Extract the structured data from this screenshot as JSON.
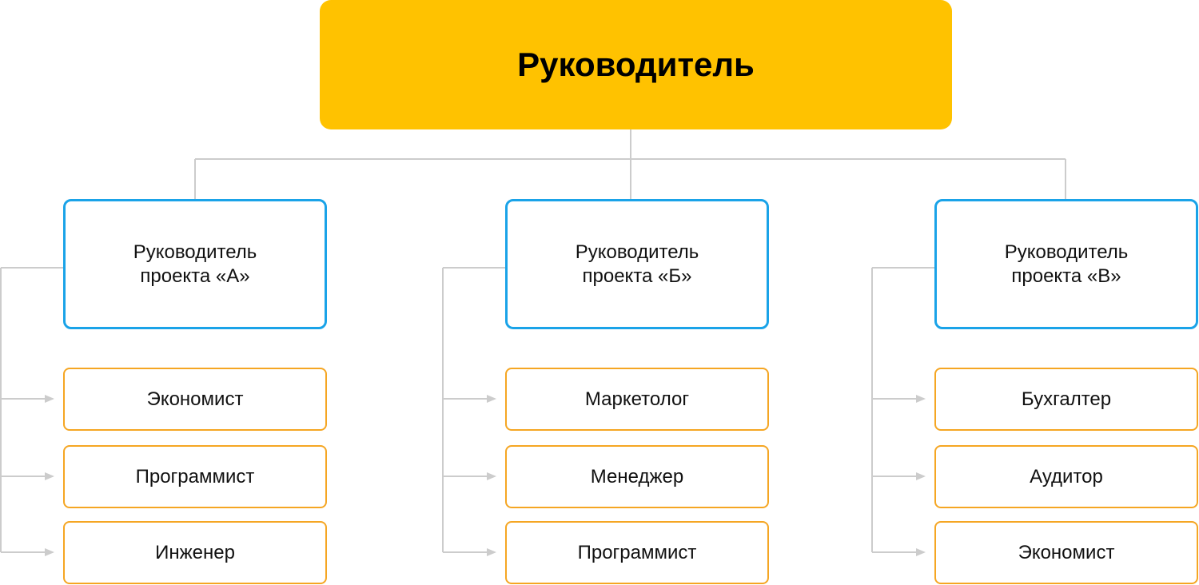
{
  "colors": {
    "root_fill": "#FFC200",
    "manager_border": "#1AA3E8",
    "role_border": "#F5A623",
    "connector": "#CCCCCC"
  },
  "root": {
    "label": "Руководитель"
  },
  "managers": [
    {
      "label": "Руководитель\nпроекта «А»",
      "roles": [
        "Экономист",
        "Программист",
        "Инженер"
      ]
    },
    {
      "label": "Руководитель\nпроекта «Б»",
      "roles": [
        "Маркетолог",
        "Менеджер",
        "Программист"
      ]
    },
    {
      "label": "Руководитель\nпроекта «В»",
      "roles": [
        "Бухгалтер",
        "Аудитор",
        "Экономист"
      ]
    }
  ]
}
